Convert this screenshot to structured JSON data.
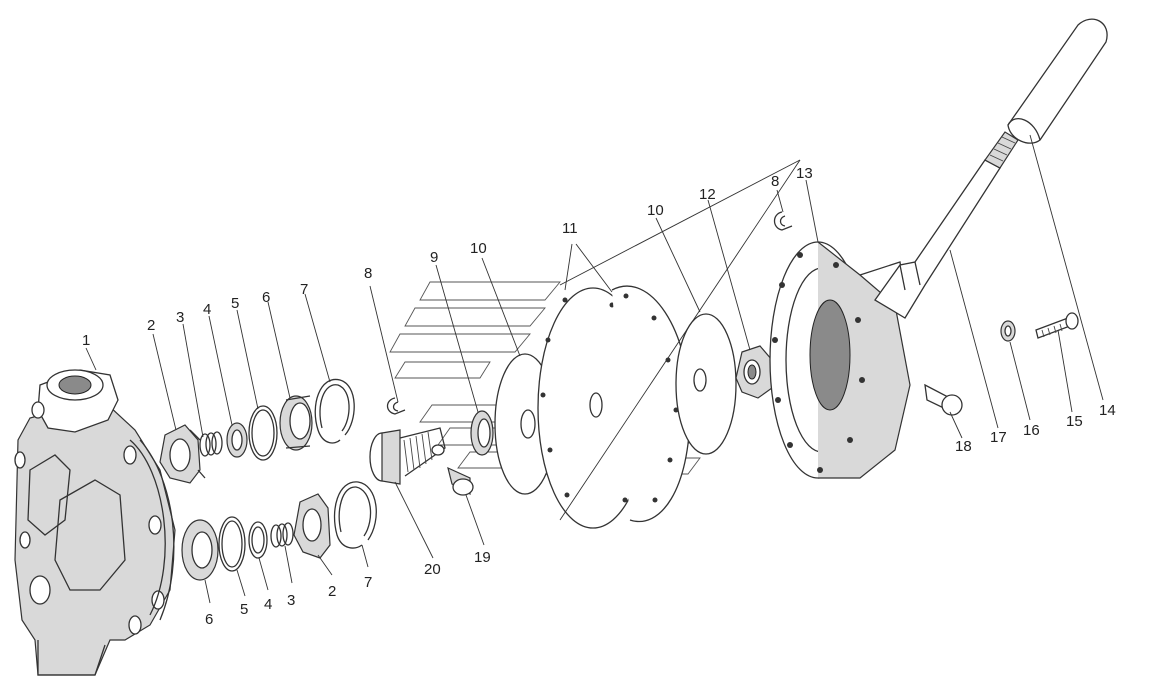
{
  "diagram": {
    "callouts": [
      "1",
      "2",
      "3",
      "4",
      "5",
      "6",
      "7",
      "2",
      "3",
      "4",
      "5",
      "6",
      "7",
      "8",
      "9",
      "10",
      "11",
      "10",
      "12",
      "8",
      "13",
      "14",
      "15",
      "16",
      "17",
      "18",
      "19",
      "20"
    ]
  },
  "theme": {
    "line": "#333333",
    "shade": "#d9d9d9",
    "background": "#ffffff"
  }
}
